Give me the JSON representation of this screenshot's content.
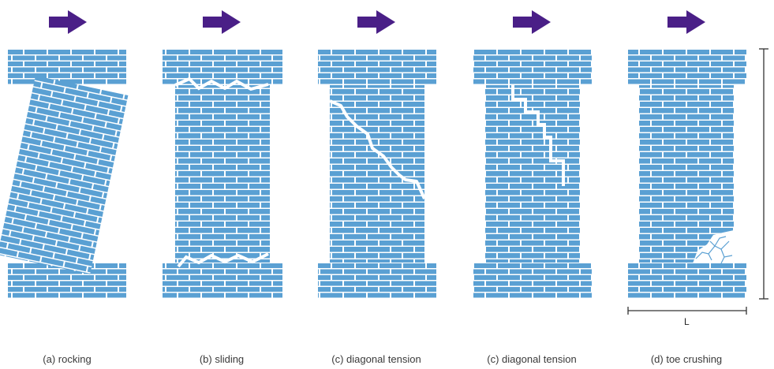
{
  "colors": {
    "brick": "#5aa0d3",
    "mortar": "#ffffff",
    "arrow": "#4a1f87",
    "crack": "#ffffff",
    "dimension": "#333333",
    "caption": "#3a3a3a"
  },
  "panels": [
    {
      "id": "rocking",
      "caption": "(a) rocking"
    },
    {
      "id": "sliding",
      "caption": "(b) sliding"
    },
    {
      "id": "diagonal-stepped",
      "caption": "(c) diagonal tension"
    },
    {
      "id": "diagonal-vertical",
      "caption": "(c) diagonal tension"
    },
    {
      "id": "toe-crushing",
      "caption": "(d) toe crushing"
    }
  ],
  "dimensions": {
    "width_label": "L",
    "height_label": ""
  },
  "icons": {
    "load": "right-arrow-icon"
  }
}
